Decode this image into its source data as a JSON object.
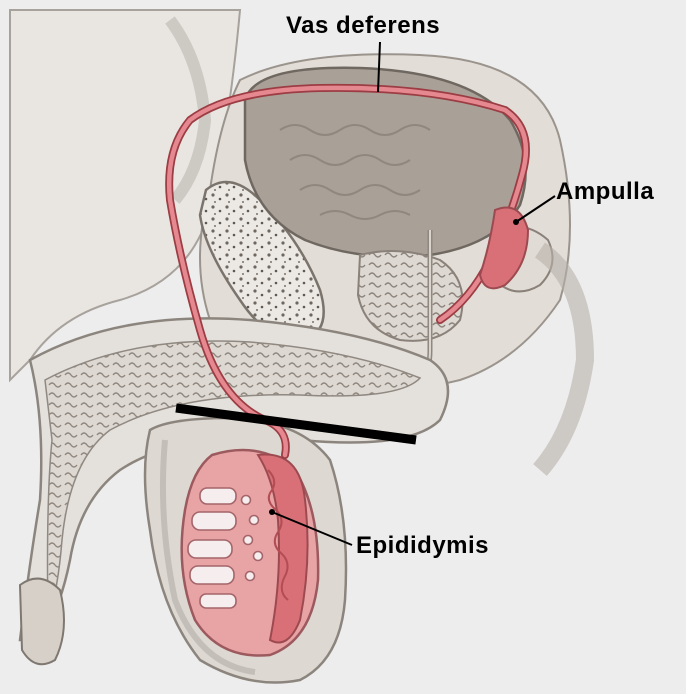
{
  "labels": {
    "vas_deferens": "Vas deferens",
    "ampulla": "Ampulla",
    "epididymis": "Epididymis"
  },
  "colors": {
    "background": "#ededed",
    "tissue_light": "#e6e3df",
    "tissue_mid": "#cfc8c2",
    "bladder": "#a9a098",
    "duct_red": "#d9757c",
    "testis_pink": "#e8a3a5",
    "label_text": "#000000",
    "cut_line": "#000000"
  }
}
